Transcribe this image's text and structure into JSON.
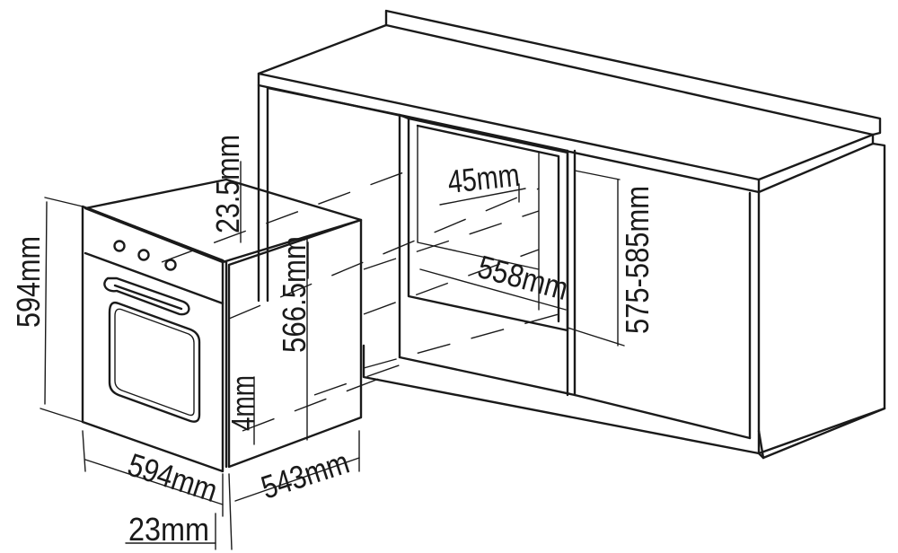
{
  "dimensions": {
    "oven_height": "594mm",
    "oven_width": "594mm",
    "front_thickness": "23mm",
    "body_depth": "543mm",
    "body_height": "566.5mm",
    "top_gap": "23.5mm",
    "bottom_gap": "4mm",
    "niche_gap": "45mm",
    "niche_width": "558mm",
    "niche_height": "575-585mm"
  }
}
